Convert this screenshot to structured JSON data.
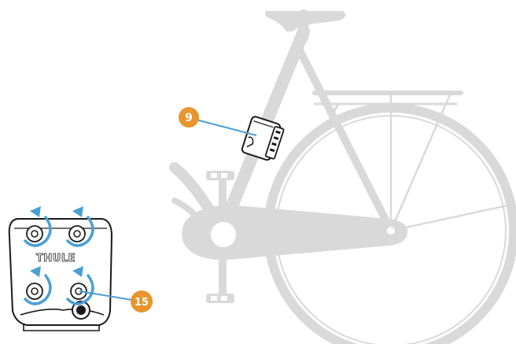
{
  "callouts": [
    {
      "id": "callout-9",
      "number": "9"
    },
    {
      "id": "callout-15",
      "number": "15"
    }
  ],
  "mount_plate": {
    "logo_text": "THULE"
  },
  "colors": {
    "bike": "#d9d9d9",
    "callout_fill": "#e8952e",
    "arrow_blue": "#4a9fd6",
    "leader_line": "#4a9fd6",
    "outline": "#1a1a1a"
  }
}
